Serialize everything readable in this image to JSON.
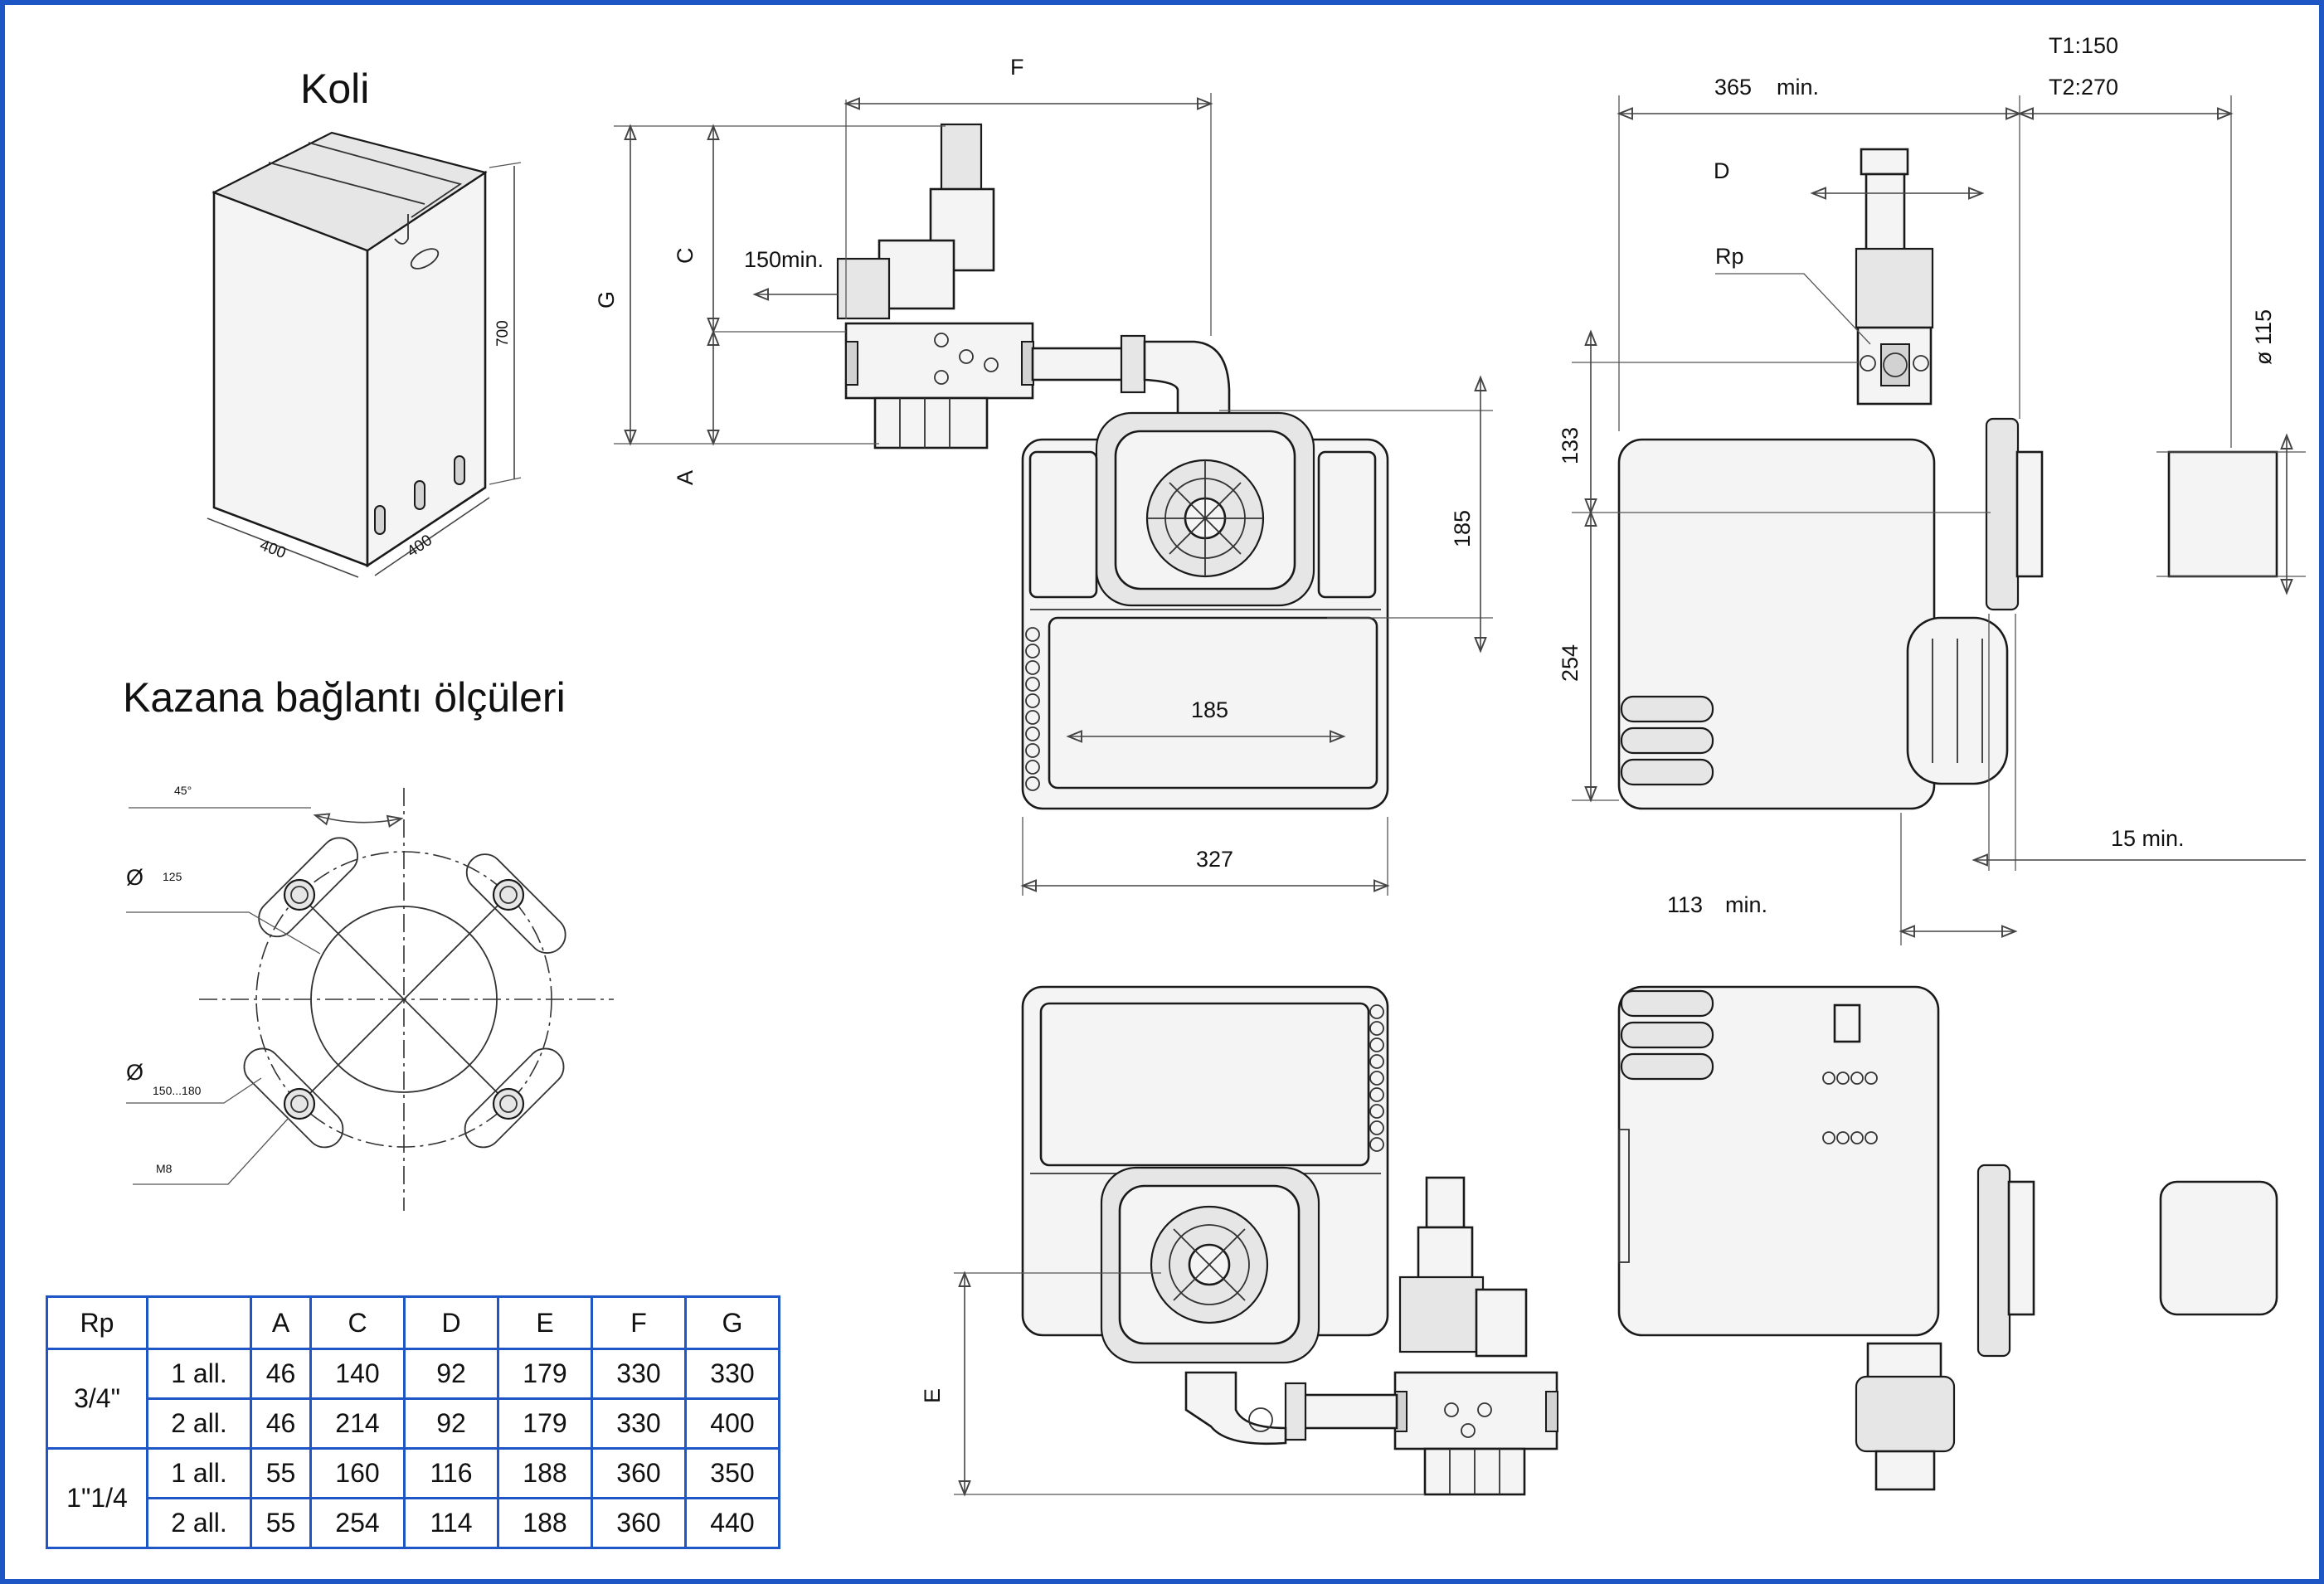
{
  "package": {
    "title": "Koli",
    "dims": {
      "height": "700",
      "width": "400",
      "depth": "400"
    }
  },
  "connection": {
    "title": "Kazana bağlantı ölçüleri",
    "angle": "45°",
    "dia_inner": {
      "symbol": "Ø",
      "value": "125"
    },
    "dia_outer": {
      "symbol": "Ø",
      "value": "150...180"
    },
    "bolt": "M8"
  },
  "top_view": {
    "dims": {
      "F": "F",
      "G": "G",
      "C": "C",
      "A": "A",
      "min150": "150min.",
      "d185v": "185",
      "d185h": "185",
      "d327": "327"
    }
  },
  "side_view": {
    "t1": "T1:150",
    "t2": "T2:270",
    "d365": "365",
    "min_a": "min.",
    "D": "D",
    "Rp": "Rp",
    "dia115": "ø 115",
    "d133": "133",
    "d254": "254",
    "d15": "15 min.",
    "d113": "113",
    "min_b": "min."
  },
  "bottom_view": {
    "E": "E"
  },
  "table": {
    "headers": [
      "Rp",
      "",
      "A",
      "C",
      "D",
      "E",
      "F",
      "G"
    ],
    "groups": [
      {
        "rp": "3/4\"",
        "rows": [
          {
            "label": "1 all.",
            "values": [
              "46",
              "140",
              "92",
              "179",
              "330",
              "330"
            ]
          },
          {
            "label": "2 all.",
            "values": [
              "46",
              "214",
              "92",
              "179",
              "330",
              "400"
            ]
          }
        ]
      },
      {
        "rp": "1\"1/4",
        "rows": [
          {
            "label": "1 all.",
            "values": [
              "55",
              "160",
              "116",
              "188",
              "360",
              "350"
            ]
          },
          {
            "label": "2 all.",
            "values": [
              "55",
              "254",
              "114",
              "188",
              "360",
              "440"
            ]
          }
        ]
      }
    ]
  },
  "colors": {
    "frame": "#1e56c6",
    "table_border": "#1e56c6",
    "ink": "#1a1a1a"
  }
}
